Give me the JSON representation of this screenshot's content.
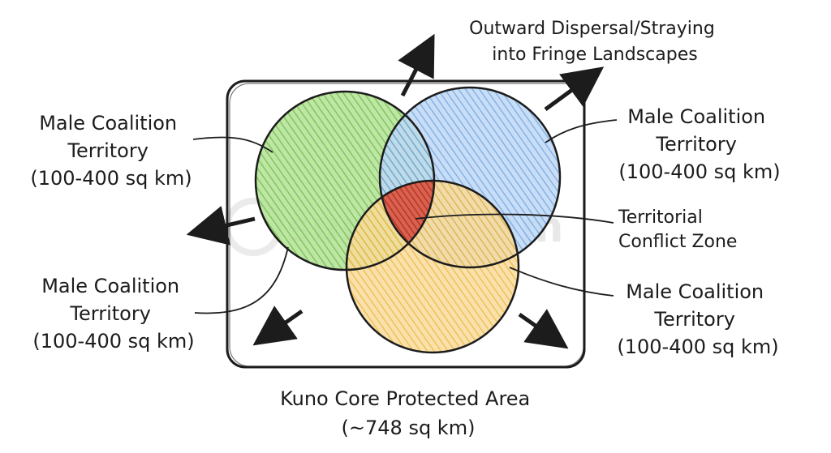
{
  "colors": {
    "ink": "#1c1c1c",
    "green_circle": "#8fcf6a",
    "blue_circle": "#8ab8ea",
    "orange_circle": "#f3c35e",
    "conflict_zone": "#cf4a3a"
  },
  "labels": {
    "coalition_top_left": [
      "Male Coalition",
      "Territory",
      "(100-400 sq km)"
    ],
    "coalition_top_right": [
      "Male Coalition",
      "Territory",
      "(100-400 sq km)"
    ],
    "coalition_bottom_left": [
      "Male Coalition",
      "Territory",
      "(100-400 sq km)"
    ],
    "coalition_bottom_right": [
      "Male Coalition",
      "Territory",
      "(100-400 sq km)"
    ],
    "dispersal": [
      "Outward Dispersal/Straying",
      "into Fringe Landscapes"
    ],
    "conflict": [
      "Territorial",
      "Conflict Zone"
    ],
    "core_area": [
      "Kuno Core Protected Area",
      "(~748 sq km)"
    ]
  },
  "watermark": "sunarkalam"
}
